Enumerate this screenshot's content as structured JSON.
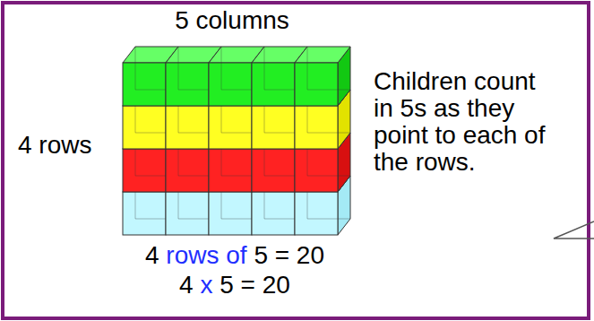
{
  "diagram": {
    "labels": [
      "5 columns",
      "4 rows",
      "Children count in 5s as they point to each of the rows.",
      "4 rows of 5 = 20",
      "4 x 5 = 20"
    ]
  }
}
